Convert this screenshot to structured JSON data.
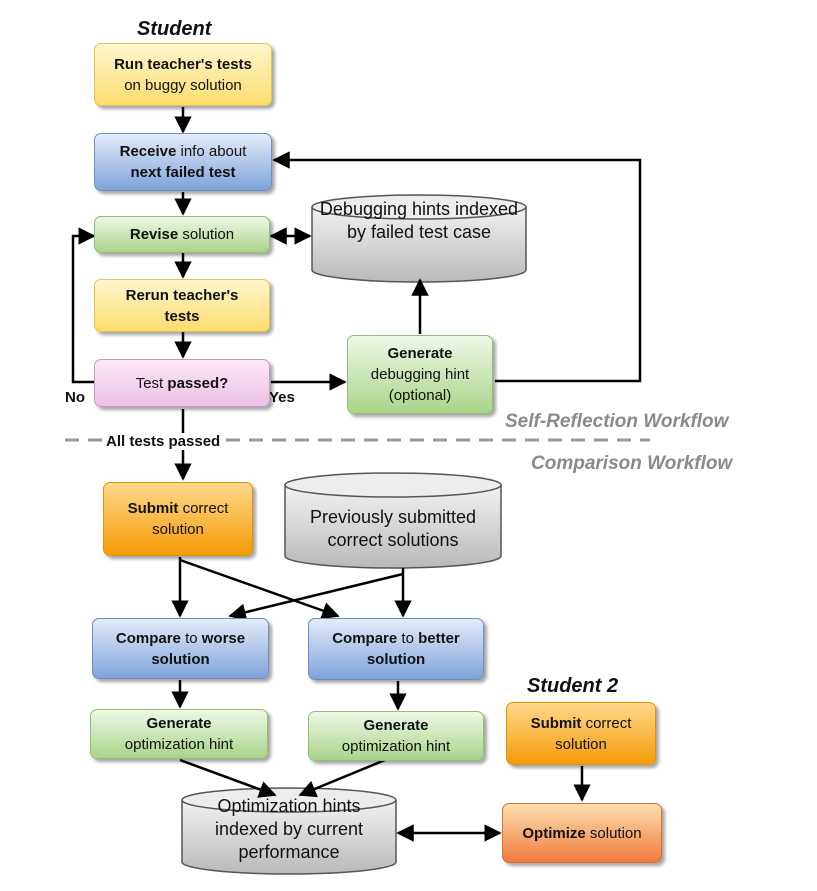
{
  "titles": {
    "student": "Student",
    "student2": "Student 2",
    "self_reflection": "Self-Reflection Workflow",
    "comparison": "Comparison Workflow"
  },
  "nodes": {
    "run_tests": {
      "bold": "Run teacher's tests",
      "rest": "on buggy solution"
    },
    "receive": {
      "bold": "Receive",
      "rest": " info about",
      "bold2": "next failed test"
    },
    "revise": {
      "bold": "Revise",
      "rest": " solution"
    },
    "rerun": {
      "bold": "Rerun teacher's",
      "bold2": "tests"
    },
    "test_passed": {
      "rest": "Test ",
      "bold": "passed?"
    },
    "gen_debug": {
      "bold": "Generate",
      "rest": "debugging hint",
      "rest2": "(optional)"
    },
    "submit": {
      "bold": "Submit",
      "rest": " correct",
      "rest2": "solution"
    },
    "compare_worse": {
      "bold": "Compare",
      "rest": " to ",
      "bold2": "worse",
      "bold3": "solution"
    },
    "compare_better": {
      "bold": "Compare",
      "rest": " to ",
      "bold2": "better",
      "bold3": "solution"
    },
    "gen_opt_1": {
      "bold": "Generate",
      "rest": "optimization hint"
    },
    "gen_opt_2": {
      "bold": "Generate",
      "rest": "optimization hint"
    },
    "submit2": {
      "bold": "Submit",
      "rest": " correct",
      "rest2": "solution"
    },
    "optimize": {
      "bold": "Optimize",
      "rest": " solution"
    }
  },
  "stores": {
    "debug_hints": "Debugging hints indexed by failed test case",
    "prev_solutions": "Previously submitted correct solutions",
    "opt_hints": "Optimization hints indexed by current performance"
  },
  "edge_labels": {
    "no": "No",
    "yes": "Yes",
    "all_passed": "All tests passed"
  },
  "colors": {
    "yellow": "#fbdd6e",
    "blue": "#7fa3da",
    "green": "#a9d48a",
    "pink": "#ecc0e4",
    "orange": "#f59b06",
    "red": "#f07a3c",
    "cylinder": "#c8c8c8",
    "workflow_label": "#8a8a8a"
  }
}
